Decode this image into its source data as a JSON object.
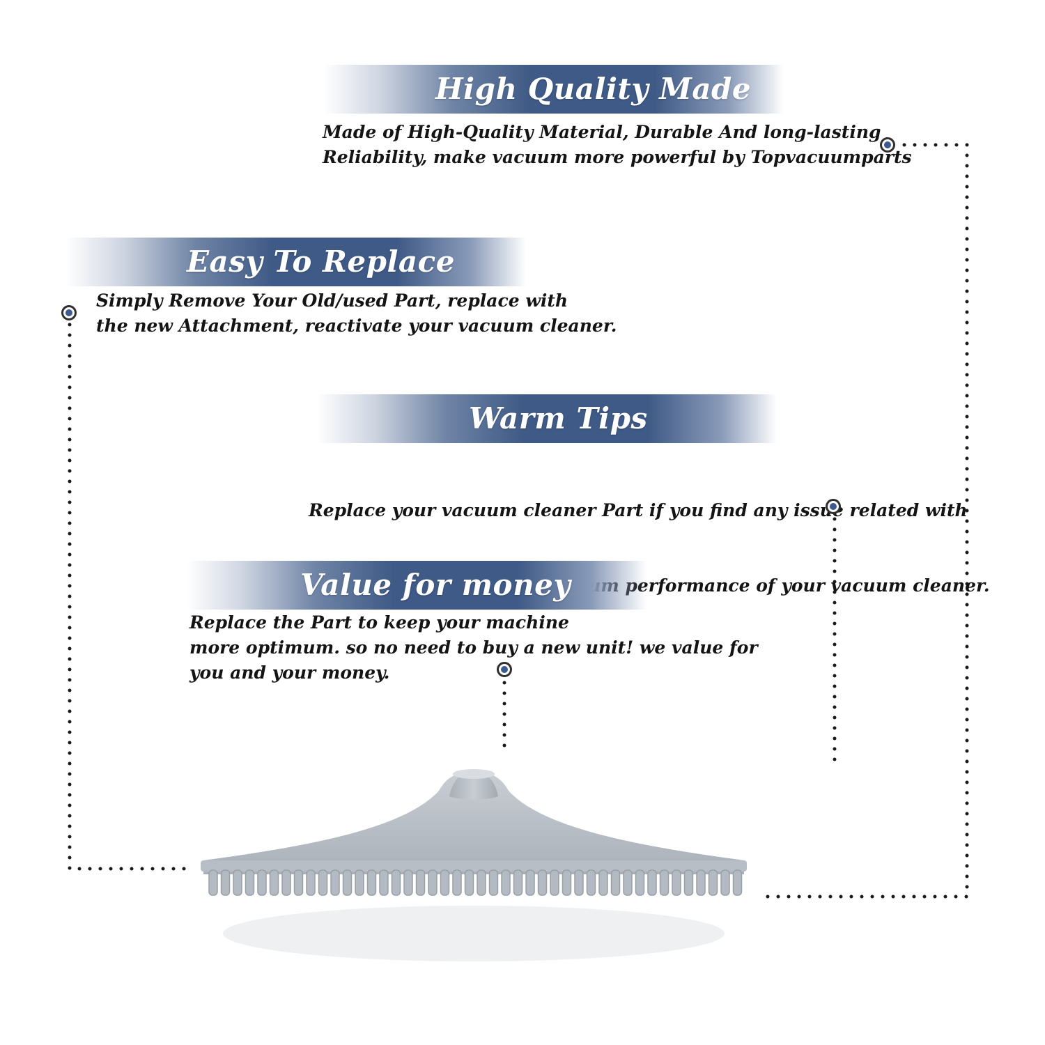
{
  "colors": {
    "banner": "#3f5a86",
    "marker": "#3d5a8e",
    "dots": "#1a1a1a",
    "product": "#b5bcc3"
  },
  "features": [
    {
      "title": "High Quality Made",
      "lines": [
        "Made of  High-Quality Material, Durable And long-lasting",
        "Reliability, make vacuum more powerful by Topvacuumparts"
      ]
    },
    {
      "title": "Easy To Replace",
      "lines": [
        "Simply Remove Your Old/used Part, replace with",
        "the new Attachment, reactivate your vacuum cleaner."
      ]
    },
    {
      "title": "Warm Tips",
      "lines": [
        "Replace your vacuum cleaner Part if you find any issue related with",
        " attachment to ensure optimum performance of your vacuum cleaner."
      ]
    },
    {
      "title": "Value for money",
      "lines": [
        "Replace the Part to keep your machine",
        "more optimum. so no need to buy a new unit! we value for",
        "you and your money."
      ]
    }
  ],
  "product": {
    "icon": "vacuum-floor-brush-attachment-icon"
  }
}
